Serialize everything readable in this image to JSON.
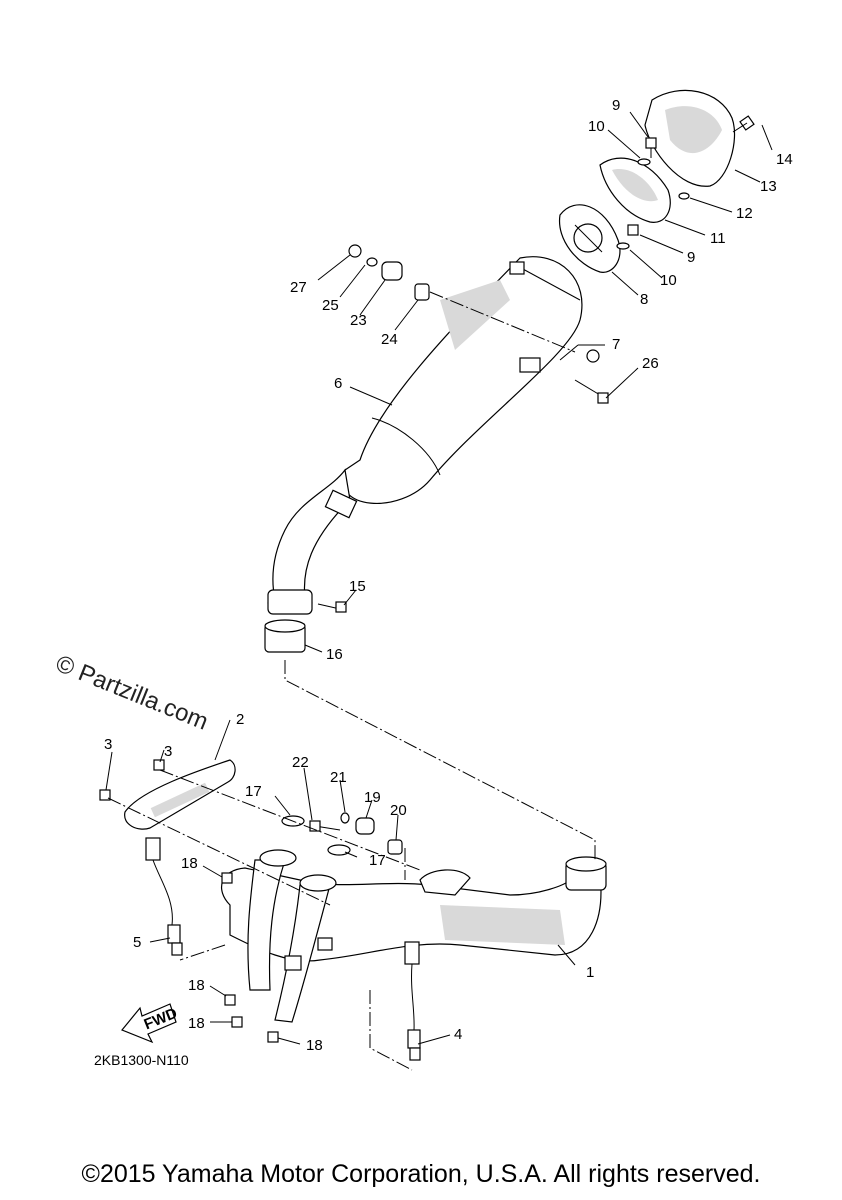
{
  "watermark": "© Partzilla.com",
  "diagram_code": "2KB1300-N110",
  "fwd_label": "FWD",
  "copyright": "©2015 Yamaha Motor Corporation, U.S.A. All rights reserved.",
  "callouts": {
    "c1": "1",
    "c2": "2",
    "c3a": "3",
    "c3b": "3",
    "c4": "4",
    "c5": "5",
    "c6": "6",
    "c7": "7",
    "c8": "8",
    "c9a": "9",
    "c9b": "9",
    "c10a": "10",
    "c10b": "10",
    "c11": "11",
    "c12": "12",
    "c13": "13",
    "c14": "14",
    "c15": "15",
    "c16": "16",
    "c17a": "17",
    "c17b": "17",
    "c18a": "18",
    "c18b": "18",
    "c18c": "18",
    "c18d": "18",
    "c19": "19",
    "c20": "20",
    "c21": "21",
    "c22": "22",
    "c23": "23",
    "c24": "24",
    "c25": "25",
    "c26": "26",
    "c27": "27"
  }
}
